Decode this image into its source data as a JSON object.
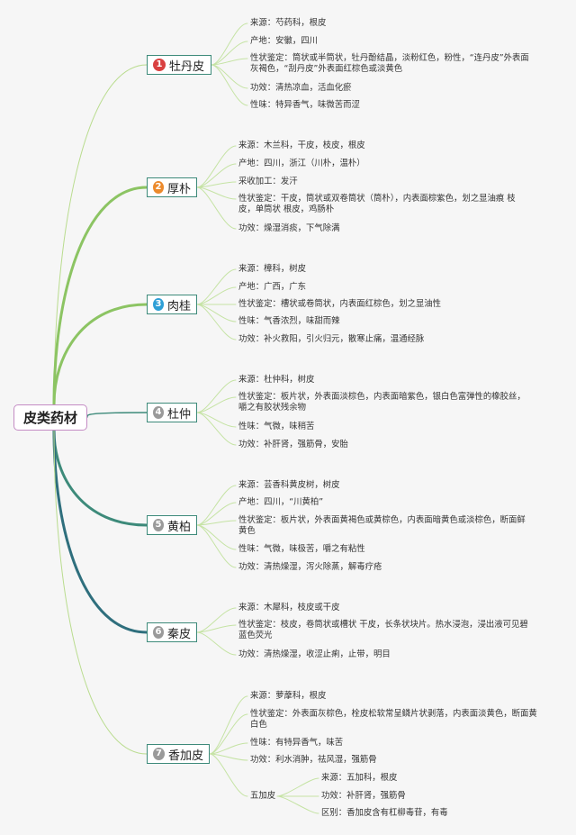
{
  "root": {
    "label": "皮类药材"
  },
  "branches": [
    {
      "num": "1",
      "label": "牡丹皮",
      "color": "#d94040",
      "items": [
        "来源：芍药科，根皮",
        "产地：安徽，四川",
        "性状鉴定：筒状或半筒状，牡丹酚结晶，淡粉红色，粉性，“连丹皮”外表面灰褐色，“刮丹皮”外表面红棕色或淡黄色",
        "功效：清热凉血，活血化瘀",
        "性味：特异香气，味微苦而涩"
      ]
    },
    {
      "num": "2",
      "label": "厚朴",
      "color": "#ec8a2c",
      "items": [
        "来源：木兰科，干皮，枝皮，根皮",
        "产地：四川，浙江（川朴，温朴）",
        "采收加工：发汗",
        "性状鉴定：干皮，筒状或双卷筒状（筒朴），内表面棕紫色，划之显油痕 枝皮，单筒状 根皮，鸡肠朴",
        "功效：燥湿消痰，下气除满"
      ]
    },
    {
      "num": "3",
      "label": "肉桂",
      "color": "#2e9fd6",
      "items": [
        "来源：樟科，树皮",
        "产地：广西，广东",
        "性状鉴定：槽状或卷筒状，内表面红棕色，划之显油性",
        "性味：气香浓烈，味甜而辣",
        "功效：补火救阳，引火归元，散寒止痛，温通经脉"
      ]
    },
    {
      "num": "4",
      "label": "杜仲",
      "color": "#9a9a9a",
      "items": [
        "来源：杜仲科，树皮",
        "性状鉴定：板片状，外表面淡棕色，内表面暗紫色，银白色富弹性的橡胶丝，嚼之有胶状残余物",
        "性味：气微，味稍苦",
        "功效：补肝肾，强筋骨，安胎"
      ]
    },
    {
      "num": "5",
      "label": "黄柏",
      "color": "#9a9a9a",
      "items": [
        "来源：芸香科黄皮树，树皮",
        "产地：四川，“川黄柏”",
        "性状鉴定：板片状，外表面黄褐色或黄棕色，内表面暗黄色或淡棕色，断面鲜黄色",
        "性味：气微，味极苦，嚼之有粘性",
        "功效：清热燥湿，泻火除蒸，解毒疗疮"
      ]
    },
    {
      "num": "6",
      "label": "秦皮",
      "color": "#9a9a9a",
      "items": [
        "来源：木犀科，枝皮或干皮",
        "性状鉴定：枝皮，卷筒状或槽状 干皮，长条状块片。热水浸泡，浸出液可见碧蓝色荧光",
        "功效：清热燥湿，收涩止痢，止带，明目"
      ]
    },
    {
      "num": "7",
      "label": "香加皮",
      "color": "#9a9a9a",
      "items": [
        "来源：萝藦科，根皮",
        "性状鉴定：外表面灰棕色，栓皮松软常呈鳞片状剥落，内表面淡黄色，断面黄白色",
        "性味：有特异香气，味苦",
        "功效：利水消肿，祛风湿，强筋骨"
      ],
      "sub": {
        "label": "五加皮",
        "items": [
          "来源：五加科，根皮",
          "功效：补肝肾，强筋骨",
          "区别：香加皮含有杠柳毒苷，有毒"
        ]
      }
    }
  ],
  "colors": {
    "wire_light": "#b9dc8e",
    "wire_green": "#8cc463",
    "wire_teal": "#3d8a7a",
    "wire_dark": "#2f6f7d",
    "bracket": "#c5e3a4"
  }
}
